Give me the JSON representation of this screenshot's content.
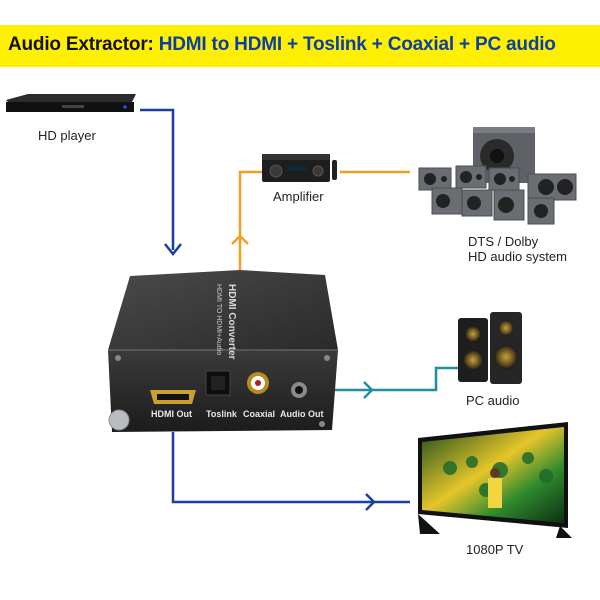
{
  "banner": {
    "lead": "Audio Extractor:",
    "rest": " HDMI to HDMI + Toslink + Coaxial + PC audio",
    "color_background": "#ffef00",
    "color_lead": "#111111",
    "color_rest": "#0b3fa3"
  },
  "devices": {
    "hd_player": "HD player",
    "amplifier": "Amplifier",
    "speaker_system_line1": "DTS / Dolby",
    "speaker_system_line2": "HD audio system",
    "pc_audio": "PC audio",
    "tv": "1080P TV"
  },
  "converter": {
    "top_line1": "HDMI Converter",
    "top_line2": "HDMI TO HDMI+Audio",
    "port_hdmi_out": "HDMI Out",
    "port_toslink": "Toslink",
    "port_coaxial": "Coaxial",
    "port_audio_out": "Audio Out"
  },
  "connections": {
    "hdmi_color": "#1a3fa0",
    "optical_color": "#f0a020",
    "analog_color": "#1e8fa0"
  }
}
